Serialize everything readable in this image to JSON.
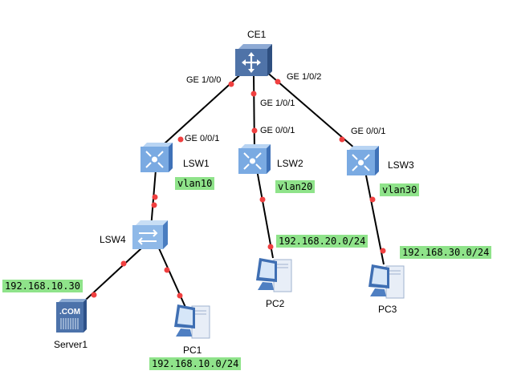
{
  "devices": [
    {
      "id": "CE1",
      "label": "CE1",
      "type": "router"
    },
    {
      "id": "LSW1",
      "label": "LSW1",
      "type": "l3-switch"
    },
    {
      "id": "LSW2",
      "label": "LSW2",
      "type": "l3-switch"
    },
    {
      "id": "LSW3",
      "label": "LSW3",
      "type": "l3-switch"
    },
    {
      "id": "LSW4",
      "label": "LSW4",
      "type": "l2-switch"
    },
    {
      "id": "Server1",
      "label": "Server1",
      "type": "server",
      "icon_text": ".COM"
    },
    {
      "id": "PC1",
      "label": "PC1",
      "type": "pc"
    },
    {
      "id": "PC2",
      "label": "PC2",
      "type": "pc"
    },
    {
      "id": "PC3",
      "label": "PC3",
      "type": "pc"
    }
  ],
  "links": [
    {
      "from": "CE1",
      "to": "LSW1",
      "from_port": "GE 1/0/0",
      "to_port": "GE 0/0/1"
    },
    {
      "from": "CE1",
      "to": "LSW2",
      "from_port": "GE 1/0/1",
      "to_port": "GE 0/0/1"
    },
    {
      "from": "CE1",
      "to": "LSW3",
      "from_port": "GE 1/0/2",
      "to_port": "GE 0/0/1"
    },
    {
      "from": "LSW1",
      "to": "LSW4",
      "from_port": "",
      "to_port": ""
    },
    {
      "from": "LSW4",
      "to": "Server1",
      "from_port": "",
      "to_port": ""
    },
    {
      "from": "LSW4",
      "to": "PC1",
      "from_port": "",
      "to_port": ""
    },
    {
      "from": "LSW2",
      "to": "PC2",
      "from_port": "",
      "to_port": ""
    },
    {
      "from": "LSW3",
      "to": "PC3",
      "from_port": "",
      "to_port": ""
    }
  ],
  "notes": {
    "lsw1_vlan": "vlan10",
    "lsw2_vlan": "vlan20",
    "lsw3_vlan": "vlan30",
    "server1_ip": "192.168.10.30",
    "pc1_net": "192.168.10.0/24",
    "pc2_net": "192.168.20.0/24",
    "pc3_net": "192.168.30.0/24"
  },
  "colors": {
    "link": "#000000",
    "port_dot": "#f04040",
    "note_bg": "#8fe38a",
    "device_blue": "#5b86c4"
  }
}
